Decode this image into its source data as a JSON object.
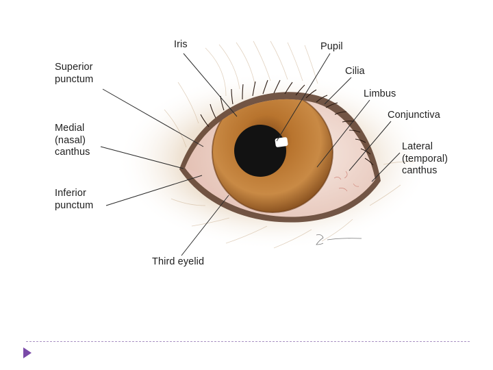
{
  "diagram": {
    "labels": {
      "iris": "Iris",
      "pupil": "Pupil",
      "cilia": "Cilia",
      "limbus": "Limbus",
      "conjunctiva": "Conjunctiva",
      "lateral_canthus": "Lateral\n(temporal)\ncanthus",
      "superior_punctum": "Superior\npunctum",
      "medial_canthus": "Medial\n(nasal)\ncanthus",
      "inferior_punctum": "Inferior\npunctum",
      "third_eyelid": "Third eyelid"
    },
    "colors": {
      "iris": "#b8742e",
      "pupil": "#121212",
      "sclera": "#f2dcd2",
      "fur": "#d8c3a8",
      "leader_line": "#2a2a2a",
      "bullet": "#7a4aa8"
    }
  },
  "footer": {
    "bullet_icon": "triangle-right-icon"
  }
}
